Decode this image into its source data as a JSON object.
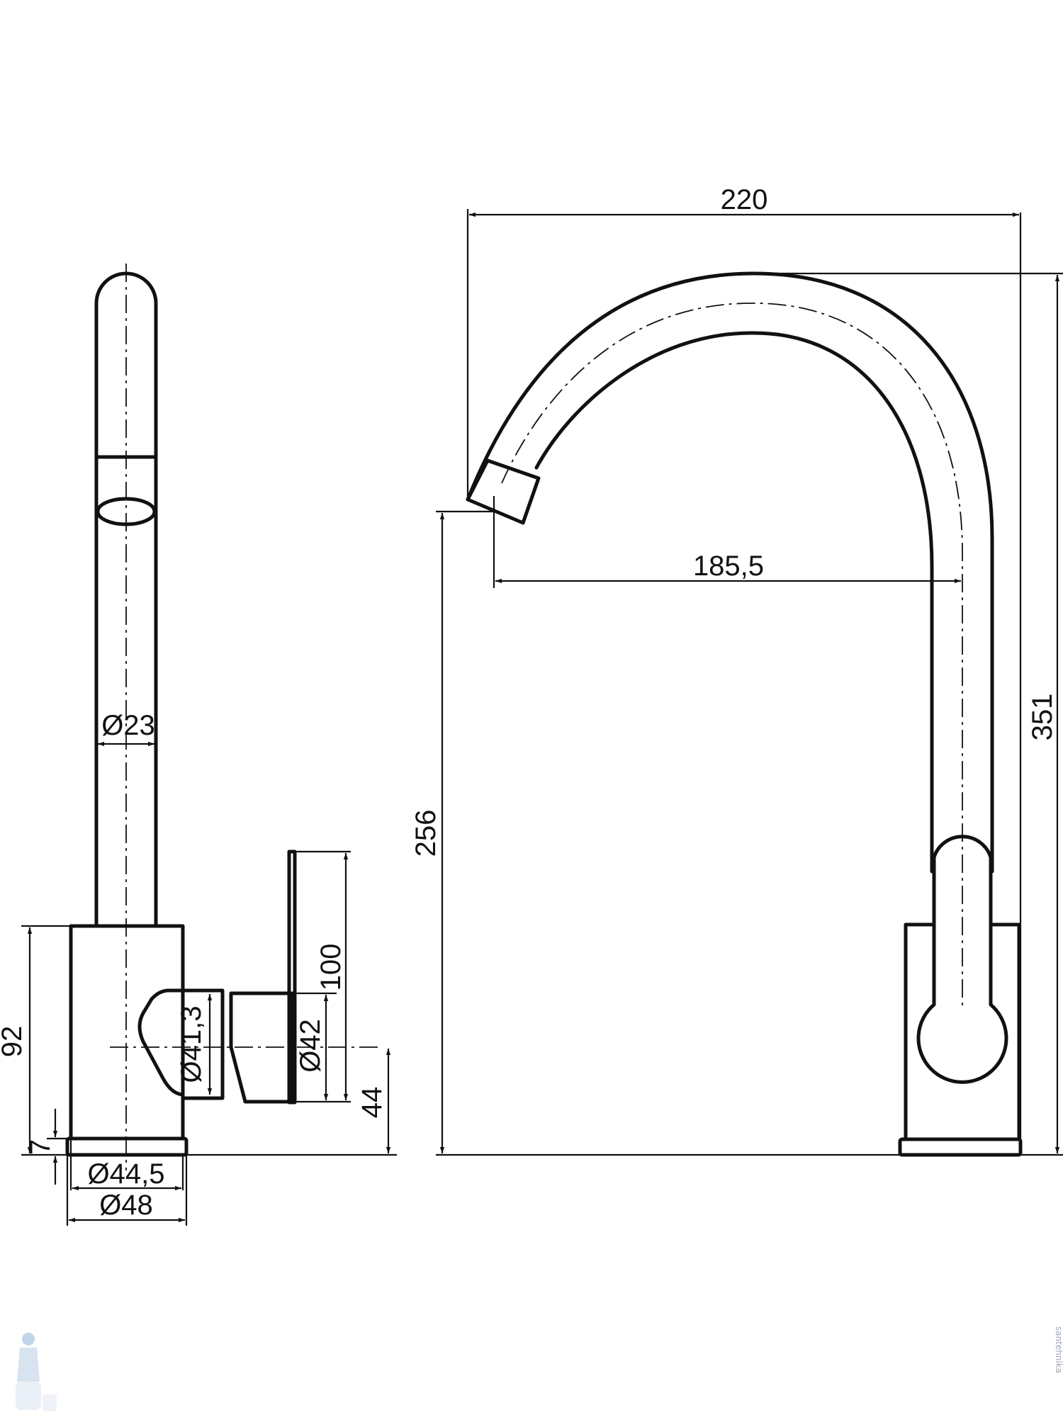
{
  "diagram": {
    "dimensions": {
      "spout_reach_total": "220",
      "spout_reach_center": "185,5",
      "total_height": "351",
      "spout_outlet_height": "256",
      "stem_diameter": "Ø23",
      "lever_plate_height": "100",
      "lever_diameter": "Ø42",
      "hub_diameter": "Ø41,3",
      "body_height": "92",
      "lever_axis_height": "44",
      "base_ring_height": "7",
      "body_diameter": "Ø44,5",
      "base_diameter": "Ø48"
    },
    "watermark": "santehnika"
  }
}
